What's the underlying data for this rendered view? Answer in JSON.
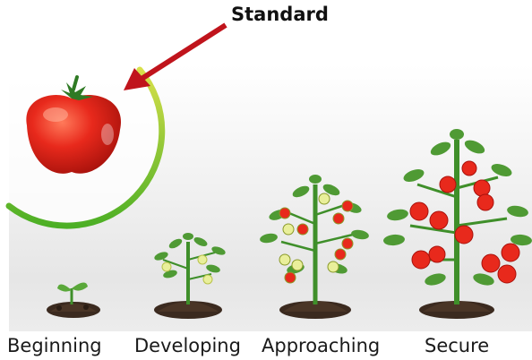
{
  "callout": {
    "label": "Standard"
  },
  "stages": [
    {
      "label": "Beginning"
    },
    {
      "label": "Developing"
    },
    {
      "label": "Approaching"
    },
    {
      "label": "Secure"
    }
  ],
  "colors": {
    "arrow": "#c0141c",
    "tomato": "#e8291c",
    "ring_green": "#4caf25",
    "ring_yellow": "#d8e04a",
    "leaf": "#3f8f2a",
    "soil": "#3b2a1f"
  },
  "icons": [
    "tomato-icon",
    "arrow-icon",
    "seedling-icon",
    "plant-icon"
  ]
}
